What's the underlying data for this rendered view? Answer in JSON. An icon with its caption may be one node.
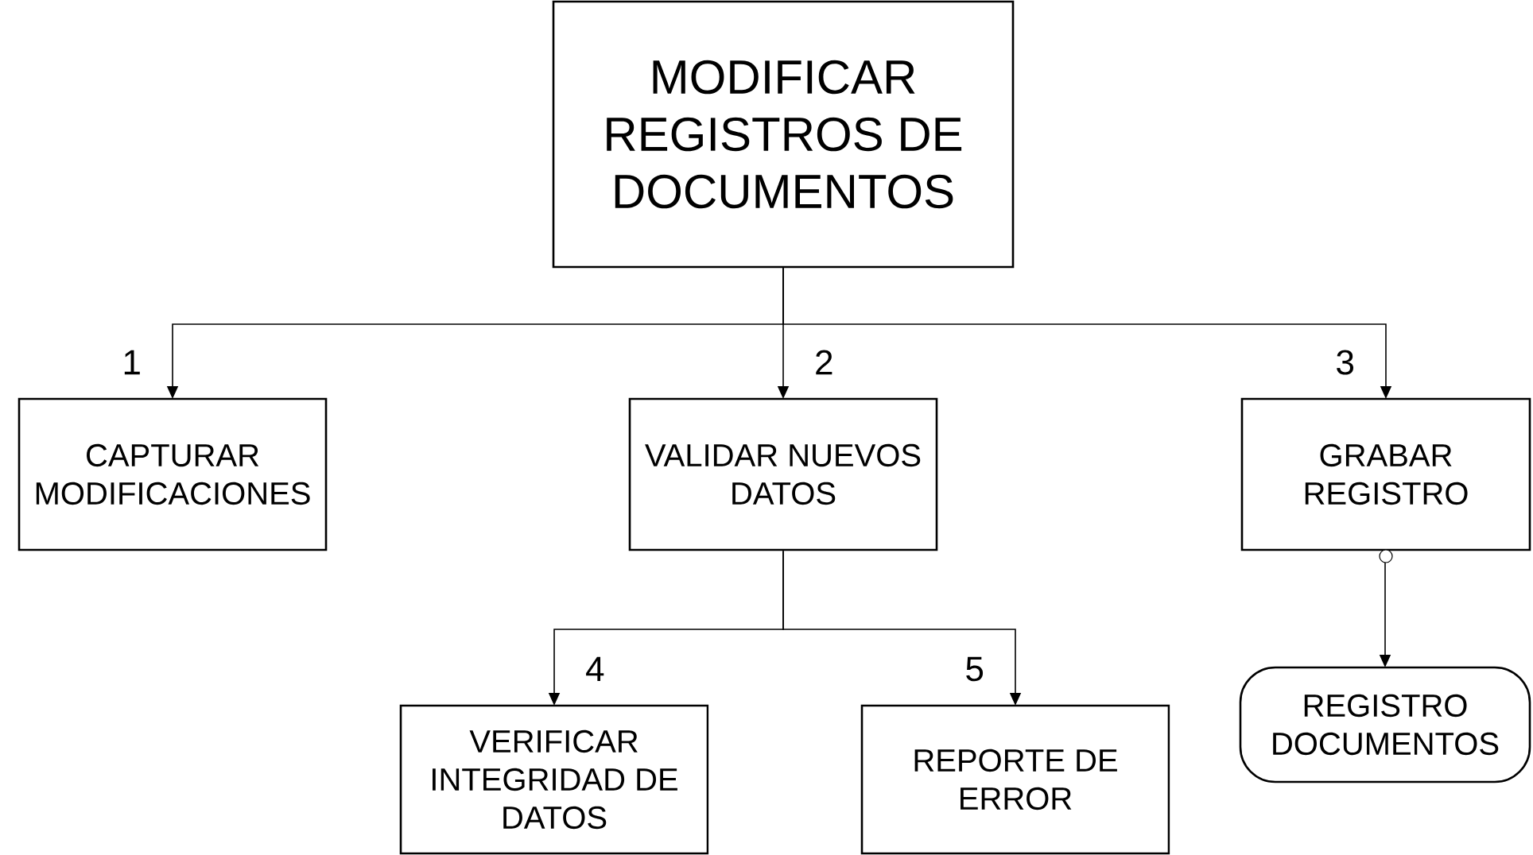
{
  "diagram": {
    "nodes": [
      {
        "text": [
          "MODIFICAR REGISTROS DE DOCUMENTOS"
        ]
      },
      {
        "text": [
          "CAPTURAR MODIFICACIONES"
        ]
      },
      {
        "text": [
          "VALIDAR NUEVOS DATOS"
        ]
      },
      {
        "text": [
          "GRABAR REGISTRO"
        ]
      },
      {
        "text": [
          "VERIFICAR INTEGRIDAD DE DATOS"
        ]
      },
      {
        "text": [
          "REPORTE DE ERROR"
        ]
      },
      {
        "text": [
          "REGISTRO DOCUMENTOS"
        ]
      }
    ],
    "edges": [
      {
        "from": 0,
        "to": 1,
        "arrow": "to",
        "label": "1"
      },
      {
        "from": 0,
        "to": 2,
        "arrow": "to",
        "label": "2"
      },
      {
        "from": 0,
        "to": 3,
        "arrow": "to",
        "label": "3"
      },
      {
        "from": 2,
        "to": 4,
        "arrow": "to",
        "label": "4"
      },
      {
        "from": 2,
        "to": 5,
        "arrow": "to",
        "label": "5"
      },
      {
        "from": 3,
        "to": 6,
        "arrow": "to"
      }
    ]
  }
}
